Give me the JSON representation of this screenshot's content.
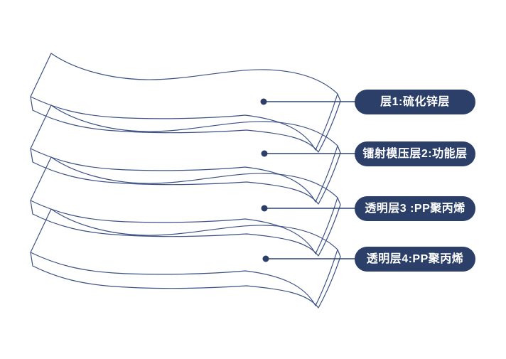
{
  "diagram": {
    "kind": "layered-material-structure",
    "layers": [
      {
        "index": 1,
        "label": "层1:硫化锌层"
      },
      {
        "index": 2,
        "label": "镭射模压层2:功能层"
      },
      {
        "index": 3,
        "label": "透明层3 :PP聚丙烯"
      },
      {
        "index": 4,
        "label": "透明层4:PP聚丙烯"
      }
    ],
    "colors": {
      "background": "#ffffff",
      "sheet_outline": "#3d5185",
      "label_background": "#2b3f68",
      "label_text": "#ffffff",
      "connector": "#2e4370"
    },
    "markers": {
      "dot": "connector-dot"
    }
  }
}
